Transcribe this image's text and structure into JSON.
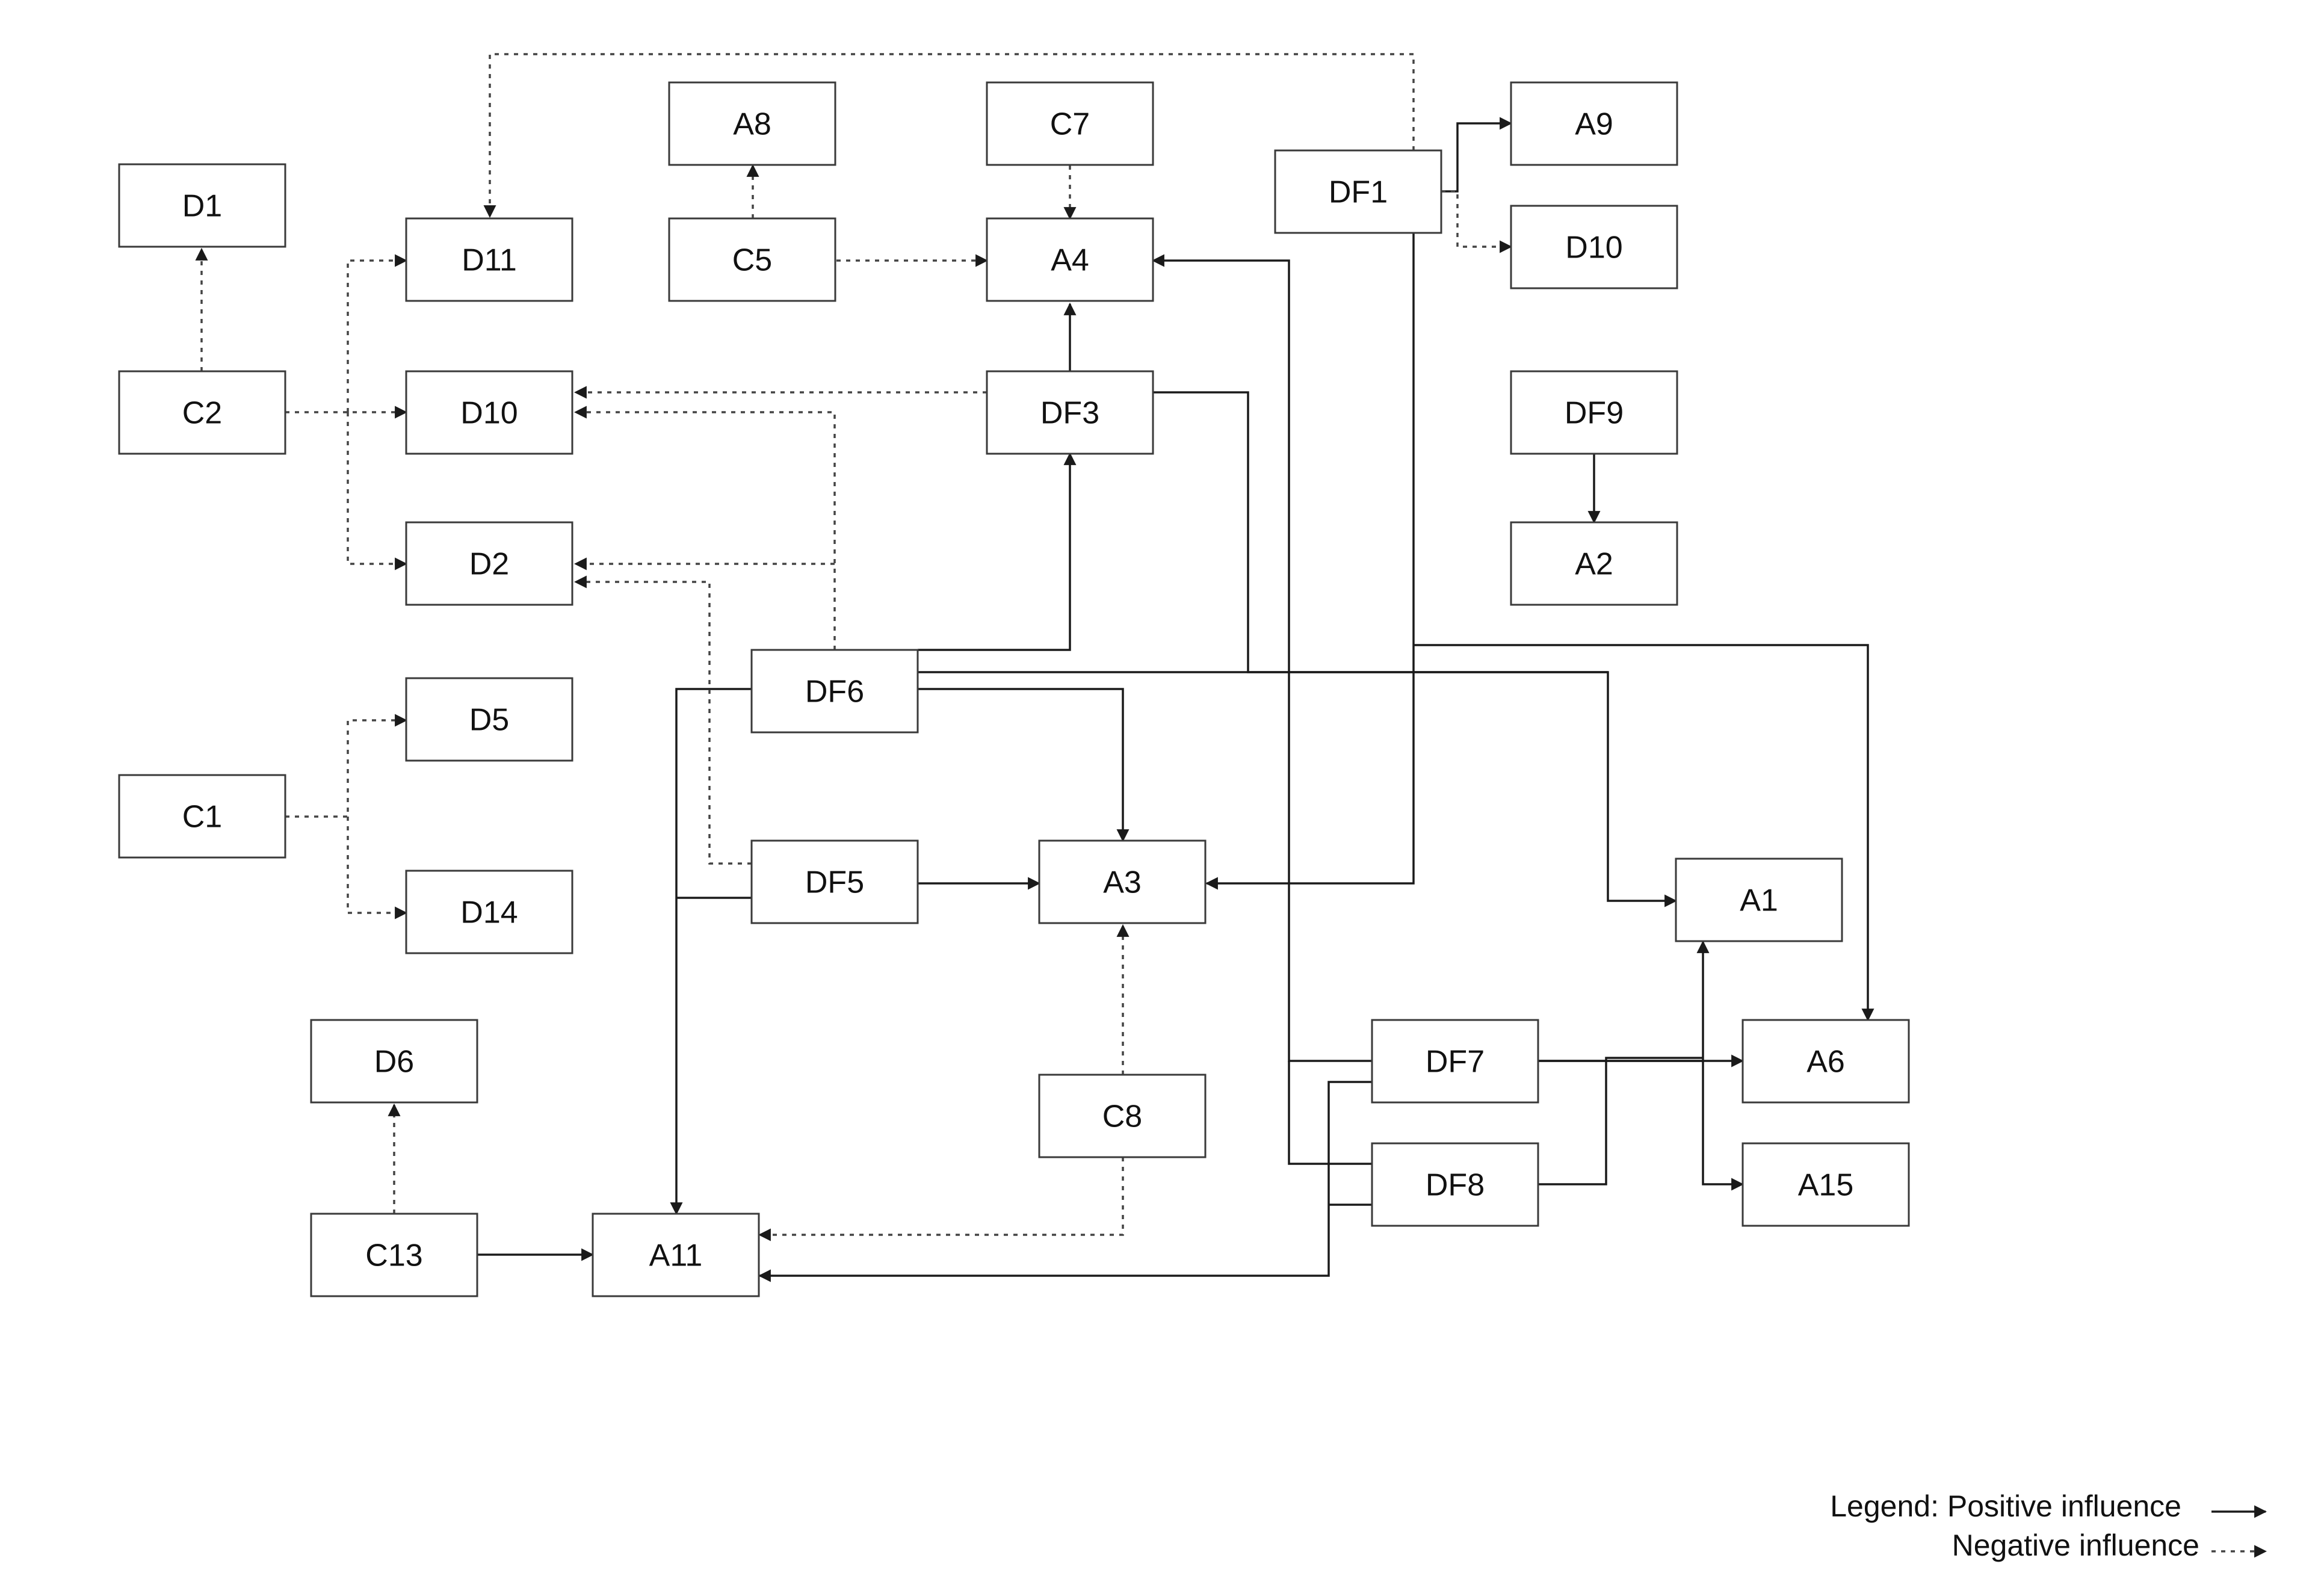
{
  "nodes": [
    {
      "id": "D1",
      "label": "D1"
    },
    {
      "id": "C2",
      "label": "C2"
    },
    {
      "id": "D11",
      "label": "D11"
    },
    {
      "id": "D10a",
      "label": "D10"
    },
    {
      "id": "D2",
      "label": "D2"
    },
    {
      "id": "A8",
      "label": "A8"
    },
    {
      "id": "C5",
      "label": "C5"
    },
    {
      "id": "C7",
      "label": "C7"
    },
    {
      "id": "A4",
      "label": "A4"
    },
    {
      "id": "DF3",
      "label": "DF3"
    },
    {
      "id": "DF1",
      "label": "DF1"
    },
    {
      "id": "A9",
      "label": "A9"
    },
    {
      "id": "D10b",
      "label": "D10"
    },
    {
      "id": "DF9",
      "label": "DF9"
    },
    {
      "id": "A2",
      "label": "A2"
    },
    {
      "id": "D5",
      "label": "D5"
    },
    {
      "id": "C1",
      "label": "C1"
    },
    {
      "id": "D14",
      "label": "D14"
    },
    {
      "id": "DF6",
      "label": "DF6"
    },
    {
      "id": "DF5",
      "label": "DF5"
    },
    {
      "id": "A3",
      "label": "A3"
    },
    {
      "id": "A1",
      "label": "A1"
    },
    {
      "id": "D6",
      "label": "D6"
    },
    {
      "id": "C13",
      "label": "C13"
    },
    {
      "id": "A11",
      "label": "A11"
    },
    {
      "id": "C8",
      "label": "C8"
    },
    {
      "id": "DF7",
      "label": "DF7"
    },
    {
      "id": "DF8",
      "label": "DF8"
    },
    {
      "id": "A6",
      "label": "A6"
    },
    {
      "id": "A15",
      "label": "A15"
    }
  ],
  "edges": [
    {
      "from": "C2",
      "to": "D1",
      "type": "negative"
    },
    {
      "from": "C2",
      "to": "D11",
      "type": "negative"
    },
    {
      "from": "C2",
      "to": "D10a",
      "type": "negative"
    },
    {
      "from": "C2",
      "to": "D2",
      "type": "negative"
    },
    {
      "from": "DF1",
      "to": "D11",
      "type": "negative"
    },
    {
      "from": "C5",
      "to": "A8",
      "type": "negative"
    },
    {
      "from": "C5",
      "to": "A4",
      "type": "negative"
    },
    {
      "from": "C7",
      "to": "A4",
      "type": "negative"
    },
    {
      "from": "DF3",
      "to": "A4",
      "type": "positive"
    },
    {
      "from": "DF3",
      "to": "D10a",
      "type": "negative"
    },
    {
      "from": "DF3",
      "to": "A1",
      "type": "positive"
    },
    {
      "from": "DF1",
      "to": "A9",
      "type": "positive"
    },
    {
      "from": "DF1",
      "to": "D10b",
      "type": "negative"
    },
    {
      "from": "DF1",
      "to": "A3",
      "type": "positive"
    },
    {
      "from": "DF1",
      "to": "A6",
      "type": "positive"
    },
    {
      "from": "DF9",
      "to": "A2",
      "type": "positive"
    },
    {
      "from": "C1",
      "to": "D5",
      "type": "negative"
    },
    {
      "from": "C1",
      "to": "D14",
      "type": "negative"
    },
    {
      "from": "DF6",
      "to": "DF3",
      "type": "positive"
    },
    {
      "from": "DF6",
      "to": "D10a",
      "type": "negative"
    },
    {
      "from": "DF6",
      "to": "D2",
      "type": "negative"
    },
    {
      "from": "DF6",
      "to": "A3",
      "type": "positive"
    },
    {
      "from": "DF6",
      "to": "A11",
      "type": "positive"
    },
    {
      "from": "DF5",
      "to": "D2",
      "type": "negative"
    },
    {
      "from": "DF5",
      "to": "A3",
      "type": "positive"
    },
    {
      "from": "DF5",
      "to": "A11",
      "type": "positive"
    },
    {
      "from": "C8",
      "to": "A3",
      "type": "negative"
    },
    {
      "from": "C8",
      "to": "A11",
      "type": "negative"
    },
    {
      "from": "C13",
      "to": "D6",
      "type": "negative"
    },
    {
      "from": "C13",
      "to": "A11",
      "type": "positive"
    },
    {
      "from": "DF7",
      "to": "A4",
      "type": "positive"
    },
    {
      "from": "DF7",
      "to": "A6",
      "type": "positive"
    },
    {
      "from": "DF7",
      "to": "A1",
      "type": "positive"
    },
    {
      "from": "DF7",
      "to": "A15",
      "type": "positive"
    },
    {
      "from": "DF7",
      "to": "A11",
      "type": "positive"
    },
    {
      "from": "DF8",
      "to": "A1",
      "type": "positive"
    },
    {
      "from": "DF8",
      "to": "A11",
      "type": "positive"
    }
  ],
  "legend": {
    "title": "Legend: Positive influence",
    "negative": "Negative influence"
  },
  "colors": {
    "line": "#1a1a1a",
    "box_border": "#3a3a3a",
    "background": "#ffffff"
  }
}
